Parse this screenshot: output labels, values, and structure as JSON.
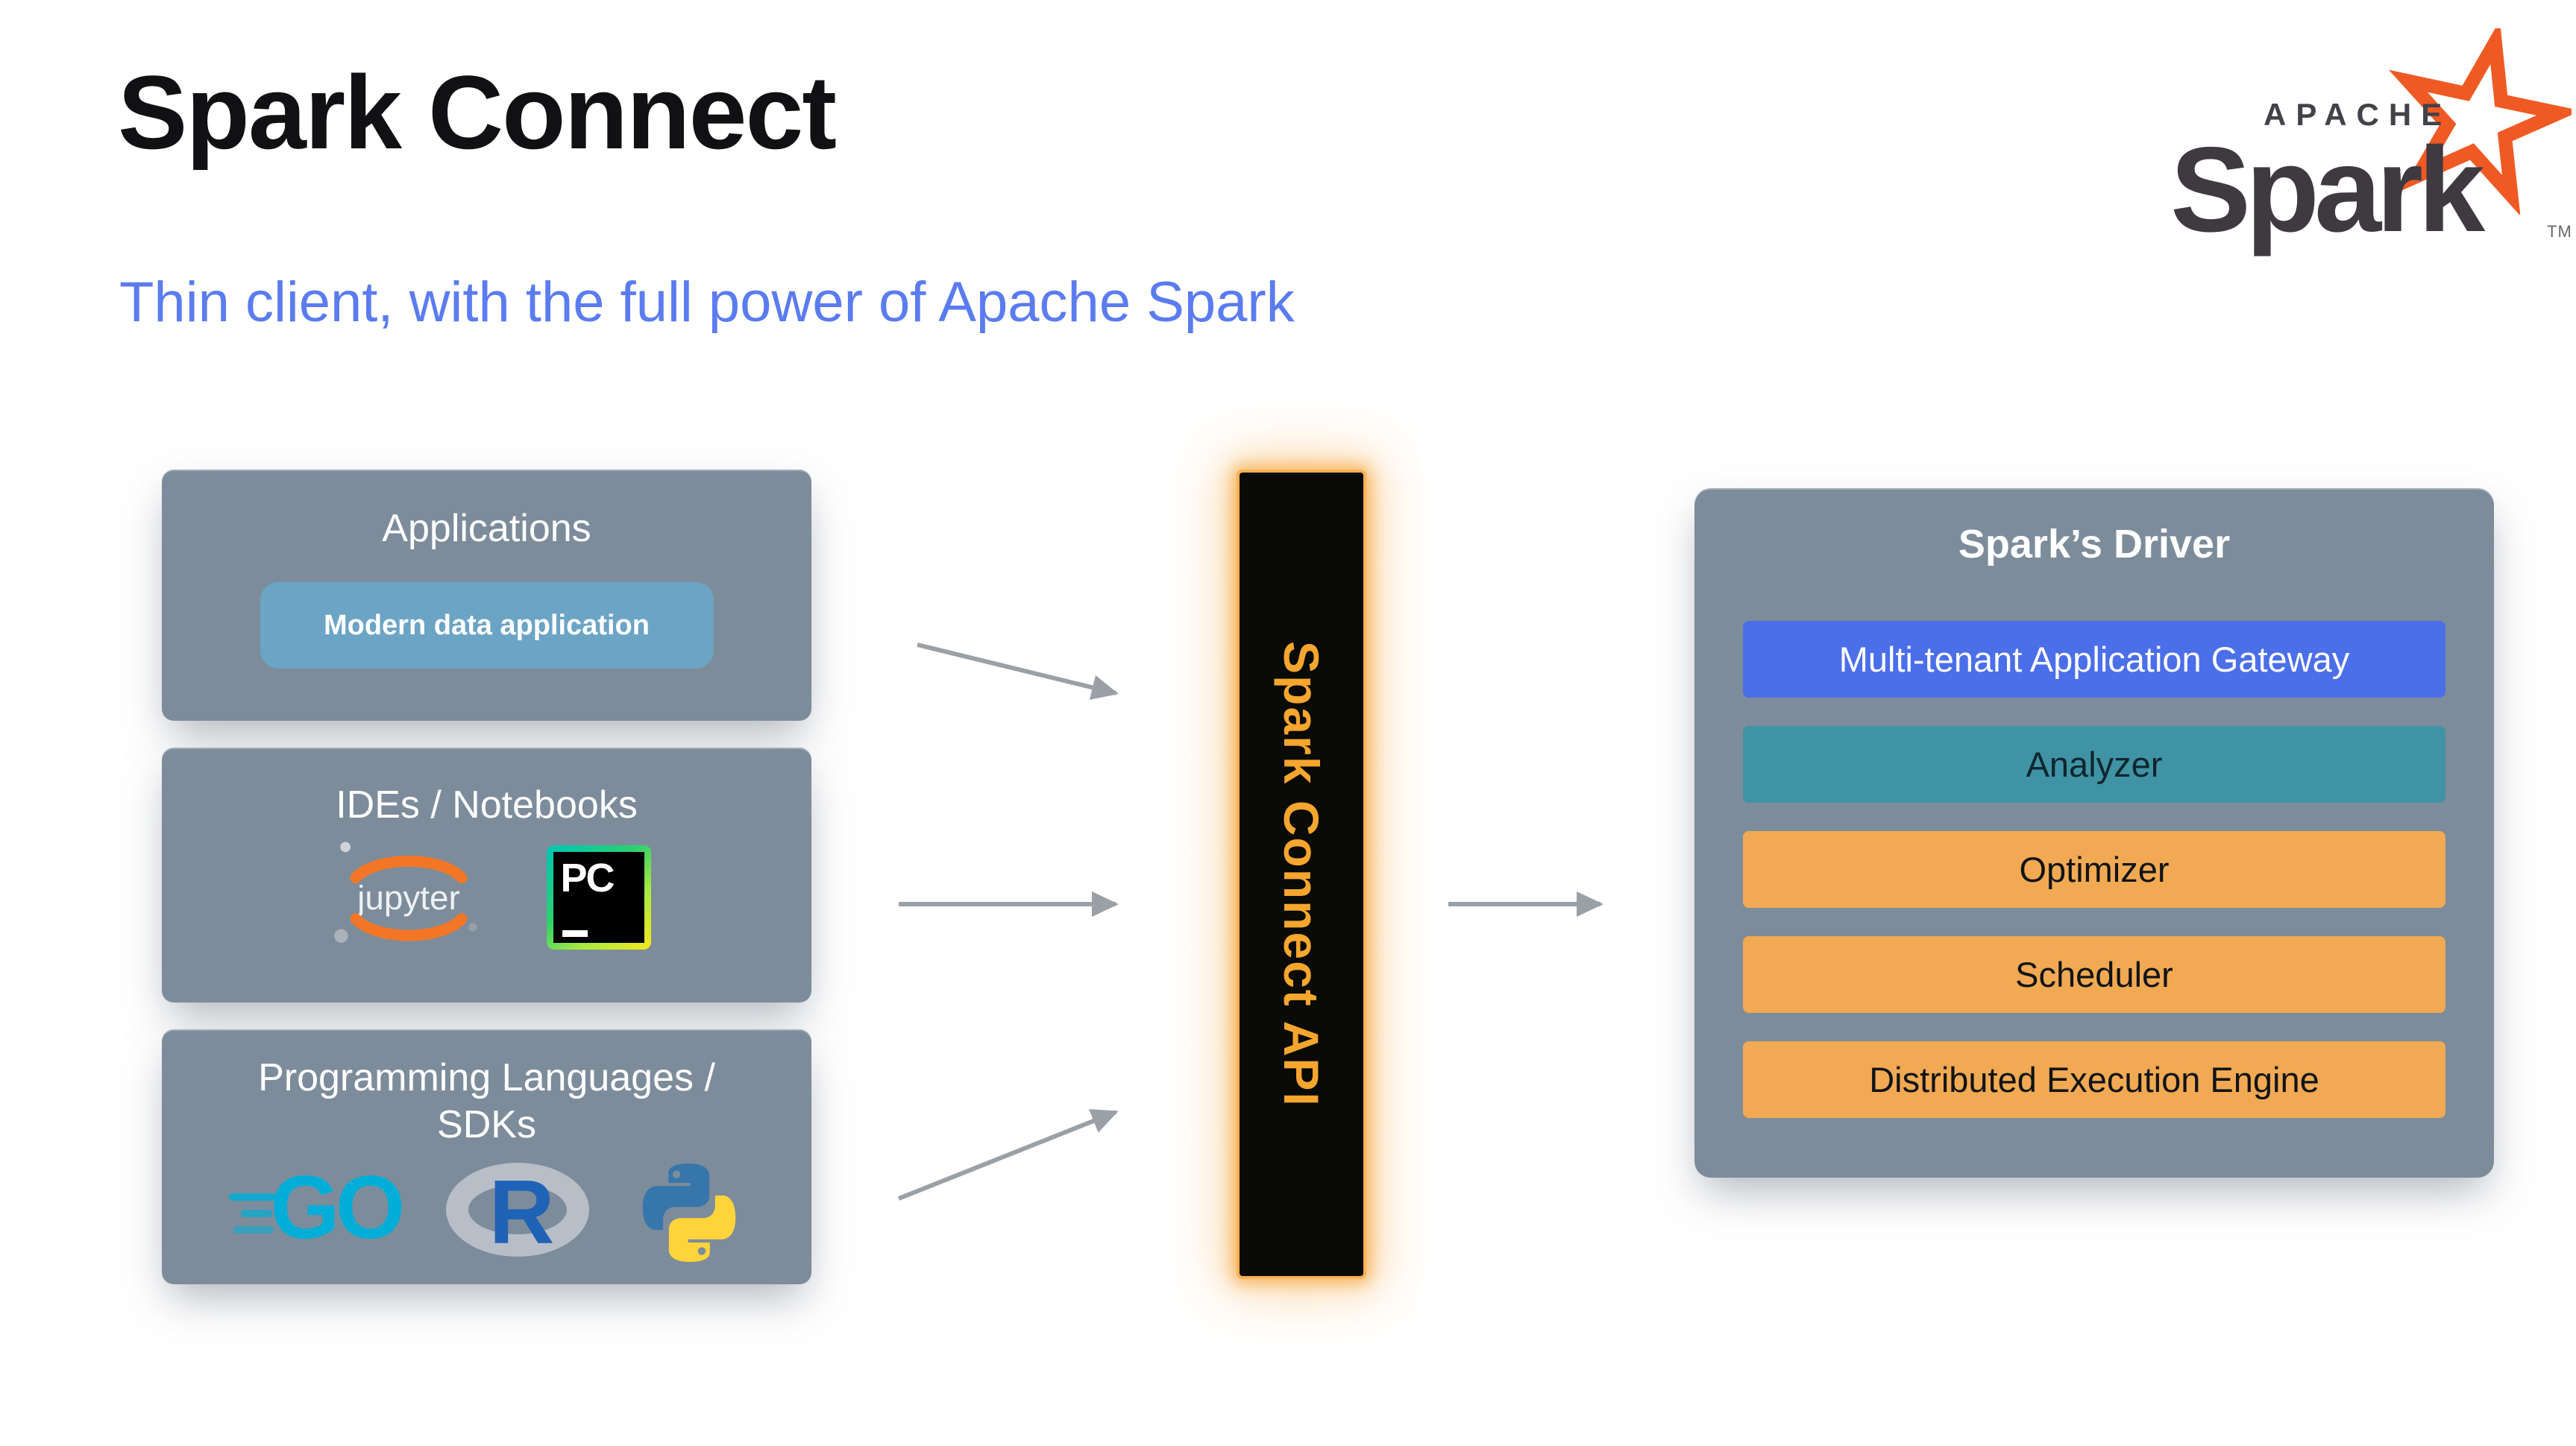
{
  "header": {
    "title": "Spark Connect",
    "subtitle": "Thin client, with the full power of Apache Spark"
  },
  "spark_logo": {
    "apache": "APACHE",
    "wordmark": "Spark",
    "tm": "TM"
  },
  "sources": [
    {
      "title": "Applications",
      "chip": "Modern data application"
    },
    {
      "title": "IDEs / Notebooks",
      "jupyter": "jupyter",
      "pycharm": "PC"
    },
    {
      "title": "Programming Languages / SDKs",
      "go": "GO",
      "r": "R"
    }
  ],
  "connector": {
    "label": "Spark Connect API"
  },
  "driver": {
    "title": "Spark’s Driver",
    "bars": [
      {
        "label": "Multi-tenant Application Gateway",
        "bg": "#4b6ee9",
        "fg": "#ffffff"
      },
      {
        "label": "Analyzer",
        "bg": "#3f93a5",
        "fg": "#0f262e"
      },
      {
        "label": "Optimizer",
        "bg": "#f2a953",
        "fg": "#101418"
      },
      {
        "label": "Scheduler",
        "bg": "#f2a953",
        "fg": "#101418"
      },
      {
        "label": "Distributed Execution Engine",
        "bg": "#f2a953",
        "fg": "#101418"
      }
    ]
  },
  "flow": [
    {
      "from": "Applications",
      "to": "Spark Connect API"
    },
    {
      "from": "IDEs / Notebooks",
      "to": "Spark Connect API"
    },
    {
      "from": "Programming Languages / SDKs",
      "to": "Spark Connect API"
    },
    {
      "from": "Spark Connect API",
      "to": "Spark’s Driver"
    }
  ],
  "icons": {
    "spark_star": "spark-star-icon",
    "jupyter": "jupyter-logo",
    "pycharm": "pycharm-logo",
    "go": "go-logo",
    "r": "r-language-logo",
    "python": "python-logo"
  },
  "colors": {
    "panel_slate": "#7d8c9b",
    "chip_blue": "#6ba4c4",
    "connector_glow_orange": "#f6a63b",
    "connector_text_orange": "#f5a62e",
    "subtitle_blue": "#5b7cf0",
    "arrow_gray": "#9aa0a6",
    "spark_star_orange": "#ef5a24",
    "jupyter_orange": "#f37626",
    "go_cyan": "#00aed8",
    "r_blue": "#1f63b7",
    "python_blue": "#3776ab",
    "python_yellow": "#ffd43b"
  }
}
